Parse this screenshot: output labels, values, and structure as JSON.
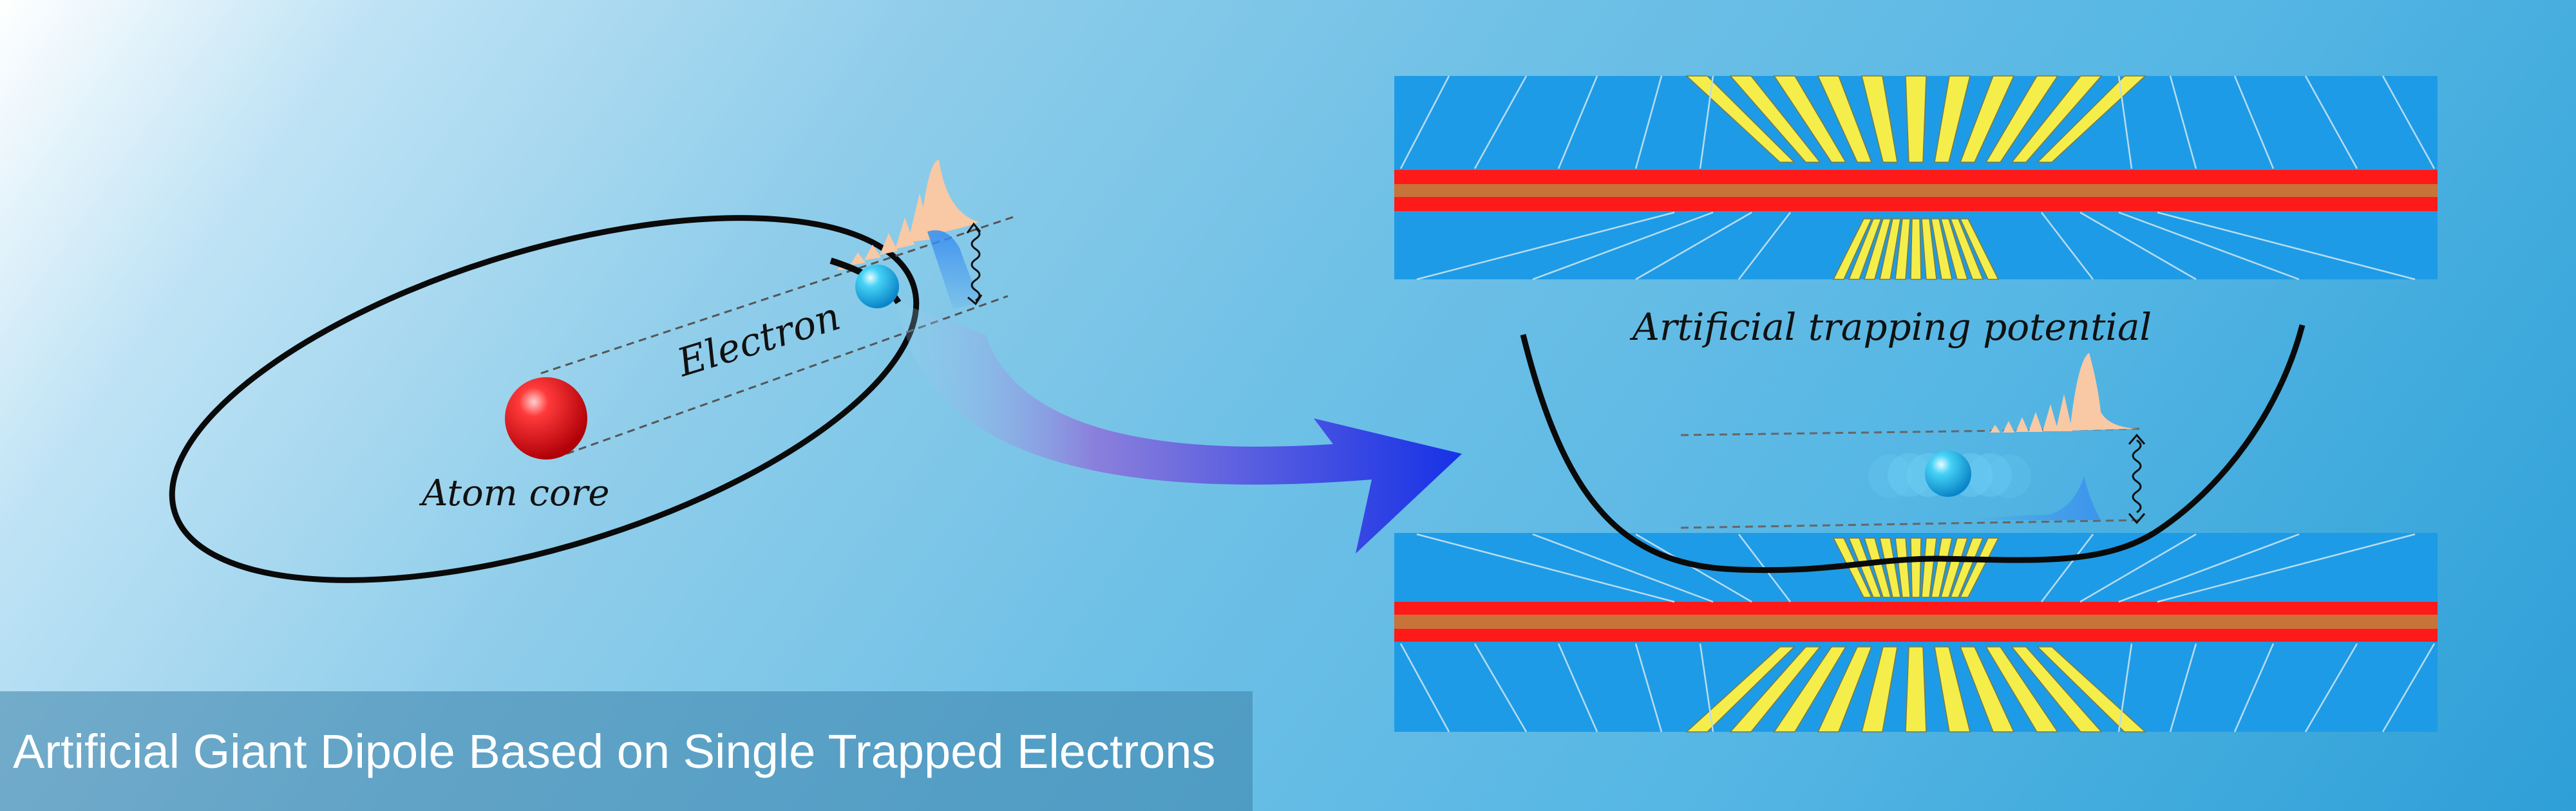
{
  "labels": {
    "electron": "Electron",
    "atom_core": "Atom core",
    "trapping_potential": "Artificial trapping potential"
  },
  "caption": "Artificial Giant Dipole Based on Single Trapped Electrons",
  "colors": {
    "electrode_blue": "#1e9be6",
    "electrode_yellow": "#f5ee4a",
    "red_band": "#ff1a1a",
    "bronze_band": "#c8733a",
    "atom_core_red": "#e0141a",
    "electron_cyan": "#35c6f0",
    "arrow_blue": "#1f3de0",
    "wavepacket_peach": "#f8c9a4",
    "wavepacket_blue": "#5aa8ee"
  }
}
